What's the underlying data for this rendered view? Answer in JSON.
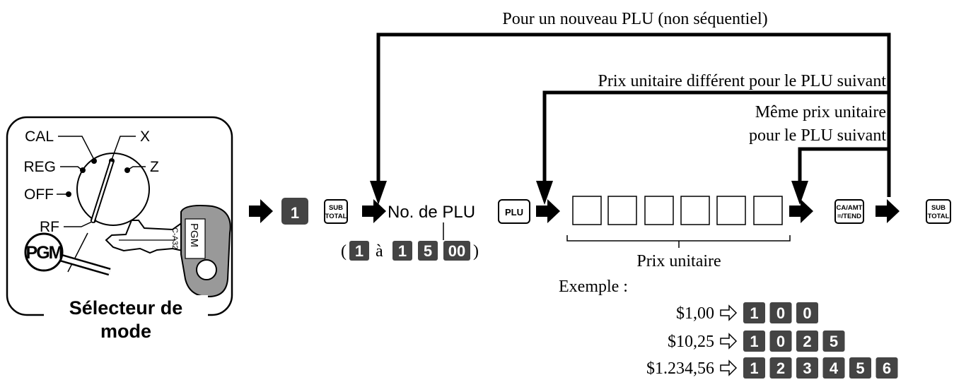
{
  "selector": {
    "positions": [
      "CAL",
      "X",
      "REG",
      "Z",
      "OFF",
      "RF"
    ],
    "pgm_label": "PGM",
    "key_label": "PGM",
    "key_code": "C-A32",
    "caption_line1": "Sélecteur de",
    "caption_line2": "mode"
  },
  "sequence": {
    "start_key": "1",
    "subtotal_top": "SUB",
    "subtotal_bottom": "TOTAL",
    "plu_no_label": "No. de PLU",
    "plu_key": "PLU",
    "plu_range_open": "(",
    "plu_range_from": "1",
    "plu_range_to_word": "à",
    "plu_range_to": [
      "1",
      "5",
      "00"
    ],
    "plu_range_close": ")",
    "price_caption": "Prix unitaire",
    "ca_top": "CA/AMT",
    "ca_bottom": "=/TEND",
    "end_subtotal_top": "SUB",
    "end_subtotal_bottom": "TOTAL"
  },
  "loops": {
    "new_plu": "Pour un nouveau PLU (non séquentiel)",
    "different_price": "Prix unitaire différent pour le PLU suivant",
    "same_price_line1": "Même prix unitaire",
    "same_price_line2": "pour le PLU suivant"
  },
  "examples": {
    "title": "Exemple :",
    "rows": [
      {
        "amount": "$1,00",
        "keys": [
          "1",
          "0",
          "0"
        ]
      },
      {
        "amount": "$10,25",
        "keys": [
          "1",
          "0",
          "2",
          "5"
        ]
      },
      {
        "amount": "$1.234,56",
        "keys": [
          "1",
          "2",
          "3",
          "4",
          "5",
          "6"
        ]
      }
    ]
  }
}
